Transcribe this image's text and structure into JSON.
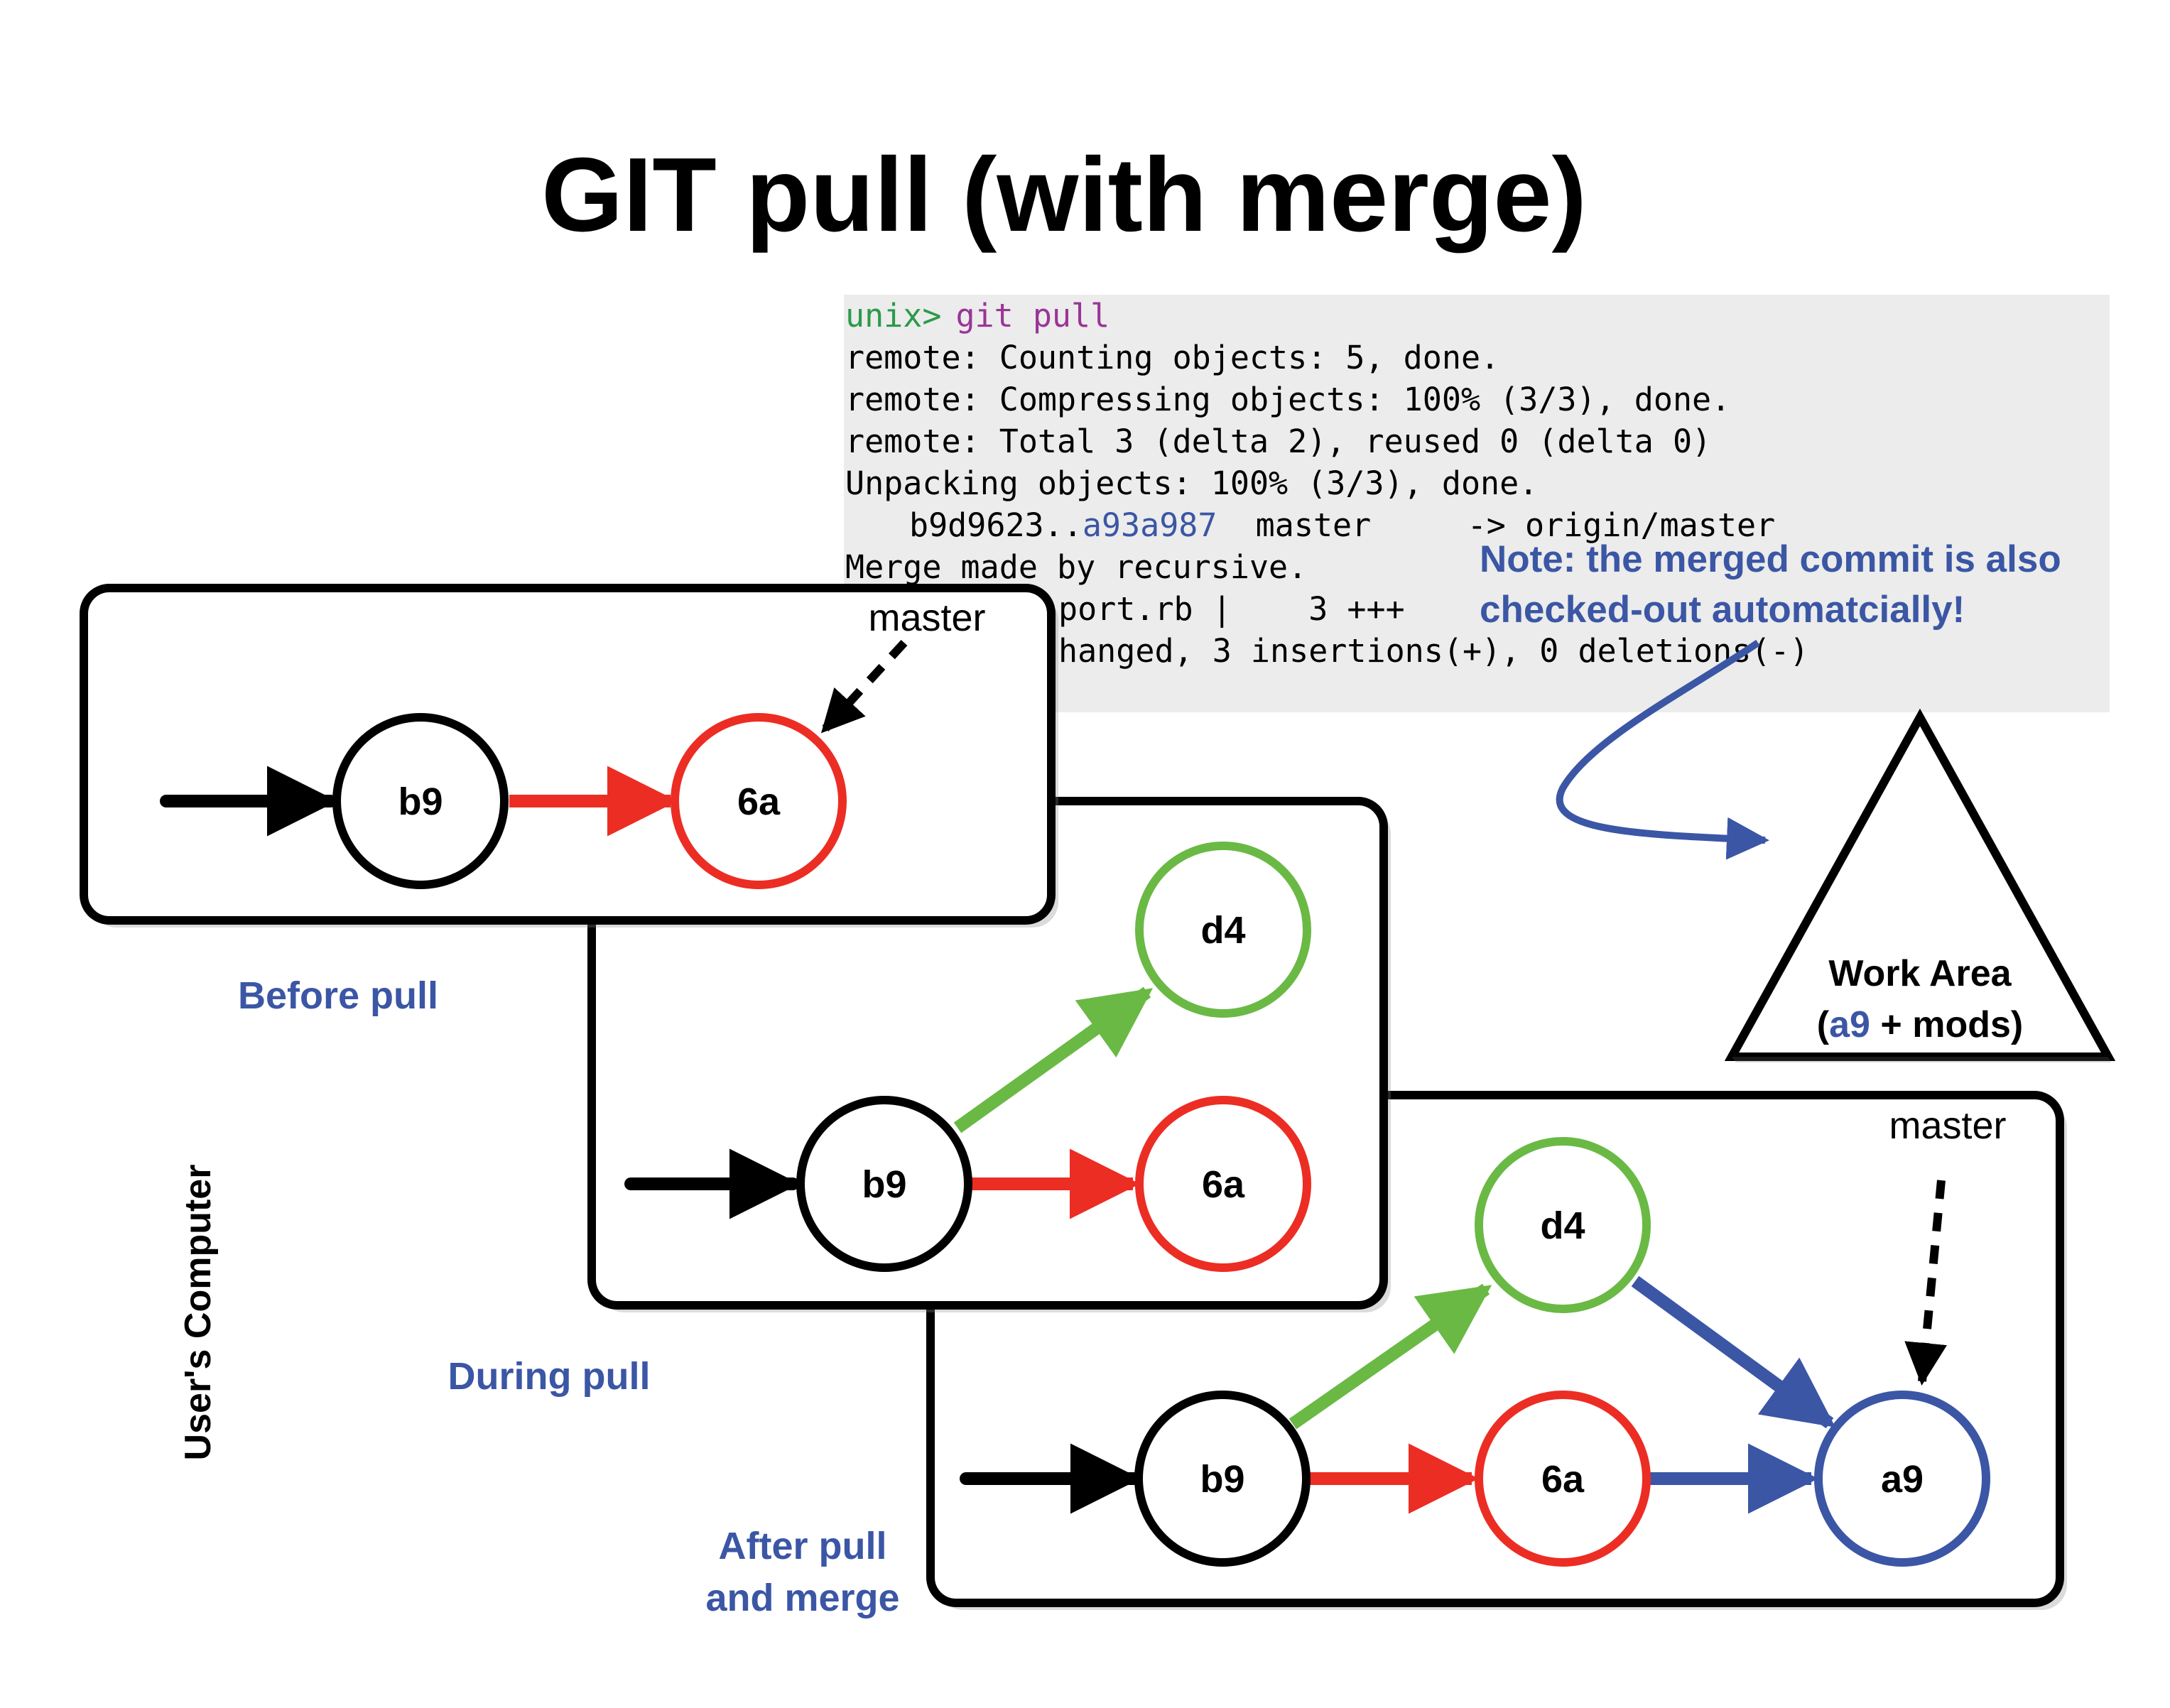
{
  "title": "GIT pull (with merge)",
  "terminal": {
    "prompt": "unix>",
    "command": "git pull",
    "lines": [
      "remote: Counting objects: 5, done.",
      "remote: Compressing objects: 100% (3/3), done.",
      "remote: Total 3 (delta 2), reused 0 (delta 0)",
      "Unpacking objects: 100% (3/3), done."
    ],
    "range_old": "b9d9623..",
    "range_new": "a93a987",
    "range_rest": "  master     -> origin/master",
    "merge_line": "Merge made by recursive.",
    "file_line": "port.rb |    3 +++",
    "changed_line": "hanged, 3 insertions(+), 0 deletions(-)"
  },
  "note": {
    "line1": "Note: the merged commit is also",
    "line2": "checked-out automatcially!"
  },
  "work_area": {
    "line1": "Work Area",
    "line2_open": "(",
    "line2_hash": "a9",
    "line2_rest": " + mods)"
  },
  "side_label": "User's Computer",
  "panels": {
    "before": {
      "caption": "Before pull",
      "master": "master",
      "b9": "b9",
      "6a": "6a"
    },
    "during": {
      "caption": "During pull",
      "b9": "b9",
      "6a": "6a",
      "d4": "d4"
    },
    "after": {
      "caption1": "After pull",
      "caption2": "and merge",
      "master": "master",
      "b9": "b9",
      "6a": "6a",
      "d4": "d4",
      "a9": "a9"
    }
  },
  "colors": {
    "black": "#000000",
    "red": "#ec2d24",
    "green": "#6ab945",
    "blue": "#3b56a5",
    "terminal_bg": "#ebeceb",
    "prompt_green": "#2b9a4a",
    "command_purple": "#9a3597",
    "hash_blue": "#3b56a5"
  }
}
